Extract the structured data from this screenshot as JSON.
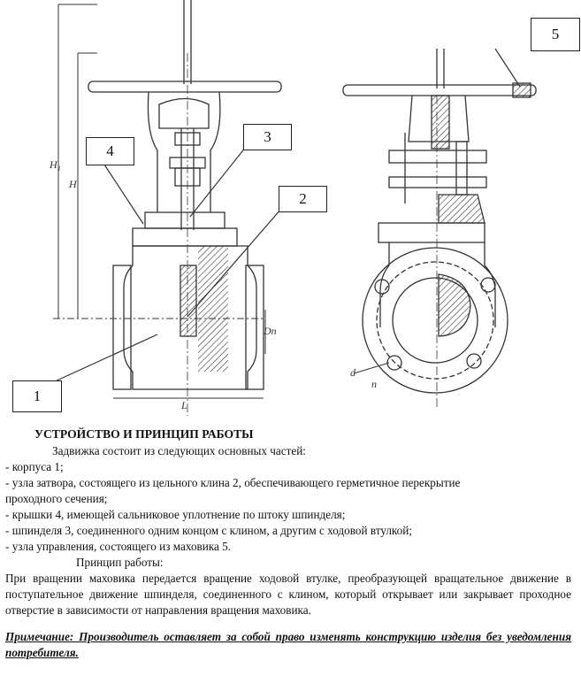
{
  "callouts": [
    "1",
    "2",
    "3",
    "4",
    "5"
  ],
  "dim_labels": {
    "H1": "H₁",
    "H": "H",
    "DN": "Dn",
    "L": "L",
    "d": "d",
    "n": "n"
  },
  "title": "УСТРОЙСТВО И ПРИНЦИП РАБОТЫ",
  "intro": "Задвижка состоит из следующих основных частей:",
  "items": [
    "- корпуса 1;",
    "-  узла затвора, состоящего из цельного клина 2, обеспечивающего герметичное перекрытие",
    "проходного сечения;",
    "- крышки 4, имеющей сальниковое уплотнение по штоку шпинделя;",
    "- шпинделя 3, соединенного одним концом с клином, а другим с ходовой втулкой;",
    "- узла управления, состоящего из маховика 5."
  ],
  "principle_title": "Принцип работы:",
  "principle_text": "При вращении маховика передается вращение ходовой втулке, преобразующей вращательное движение в поступательное движение шпинделя, соединенного с клином, который открывает или закрывает проходное отверстие в зависимости от направления вращения маховика.",
  "note": "Примечание: Производитель оставляет за собой право  изменять конструкцию изделия без уведомления потребителя."
}
